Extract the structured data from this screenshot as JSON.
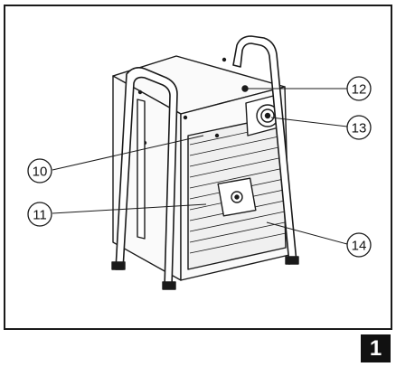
{
  "callouts": [
    {
      "id": "10",
      "label": "10"
    },
    {
      "id": "11",
      "label": "11"
    },
    {
      "id": "12",
      "label": "12"
    },
    {
      "id": "13",
      "label": "13"
    },
    {
      "id": "14",
      "label": "14"
    }
  ],
  "figure_number": "1",
  "colors": {
    "line": "#1a1a1a",
    "badge_bg": "#111111",
    "badge_text": "#ffffff"
  }
}
